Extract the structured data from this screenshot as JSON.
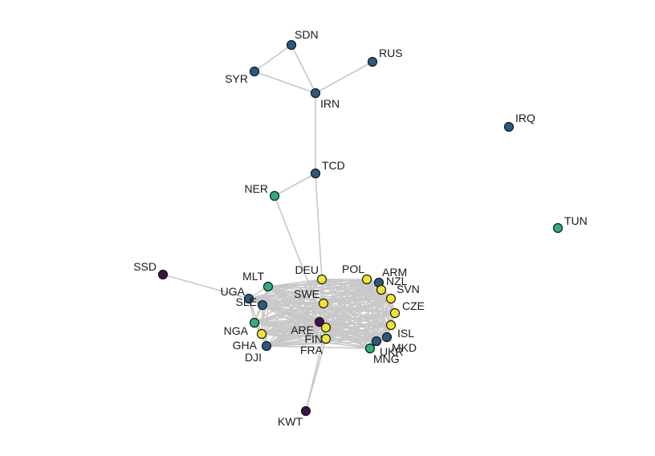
{
  "colors": {
    "navy": "#2a5a80",
    "yellow": "#f2e532",
    "green": "#2fb07a",
    "purple": "#3f0f4e",
    "edge": "#c8c8c8"
  },
  "nodes": [
    {
      "id": "SDN",
      "color": "navy"
    },
    {
      "id": "SYR",
      "color": "navy"
    },
    {
      "id": "RUS",
      "color": "navy"
    },
    {
      "id": "IRN",
      "color": "navy"
    },
    {
      "id": "IRQ",
      "color": "navy"
    },
    {
      "id": "TCD",
      "color": "navy"
    },
    {
      "id": "NER",
      "color": "green"
    },
    {
      "id": "TUN",
      "color": "green"
    },
    {
      "id": "SSD",
      "color": "purple"
    },
    {
      "id": "MLT",
      "color": "green"
    },
    {
      "id": "UGA",
      "color": "navy"
    },
    {
      "id": "SLE",
      "color": "navy"
    },
    {
      "id": "NGA",
      "color": "green"
    },
    {
      "id": "GHA",
      "color": "yellow"
    },
    {
      "id": "DJI",
      "color": "navy"
    },
    {
      "id": "DEU",
      "color": "yellow"
    },
    {
      "id": "SWE",
      "color": "yellow"
    },
    {
      "id": "ARE",
      "color": "purple"
    },
    {
      "id": "FIN",
      "color": "yellow"
    },
    {
      "id": "FRA",
      "color": "yellow"
    },
    {
      "id": "POL",
      "color": "yellow"
    },
    {
      "id": "ARM",
      "color": "navy"
    },
    {
      "id": "NZL",
      "color": "yellow"
    },
    {
      "id": "SVN",
      "color": "yellow"
    },
    {
      "id": "CZE",
      "color": "yellow"
    },
    {
      "id": "ISL",
      "color": "yellow"
    },
    {
      "id": "MKD",
      "color": "navy"
    },
    {
      "id": "UKR",
      "color": "navy"
    },
    {
      "id": "MNG",
      "color": "green"
    },
    {
      "id": "KWT",
      "color": "purple"
    }
  ],
  "edges": [
    [
      "SDN",
      "SYR"
    ],
    [
      "SDN",
      "IRN"
    ],
    [
      "SYR",
      "IRN"
    ],
    [
      "RUS",
      "IRN"
    ],
    [
      "IRN",
      "TCD"
    ],
    [
      "TCD",
      "NER"
    ],
    [
      "TCD",
      "DEU"
    ],
    [
      "NER",
      "FIN"
    ],
    [
      "SSD",
      "UGA"
    ],
    [
      "KWT",
      "FIN"
    ],
    [
      "KWT",
      "FRA"
    ]
  ]
}
